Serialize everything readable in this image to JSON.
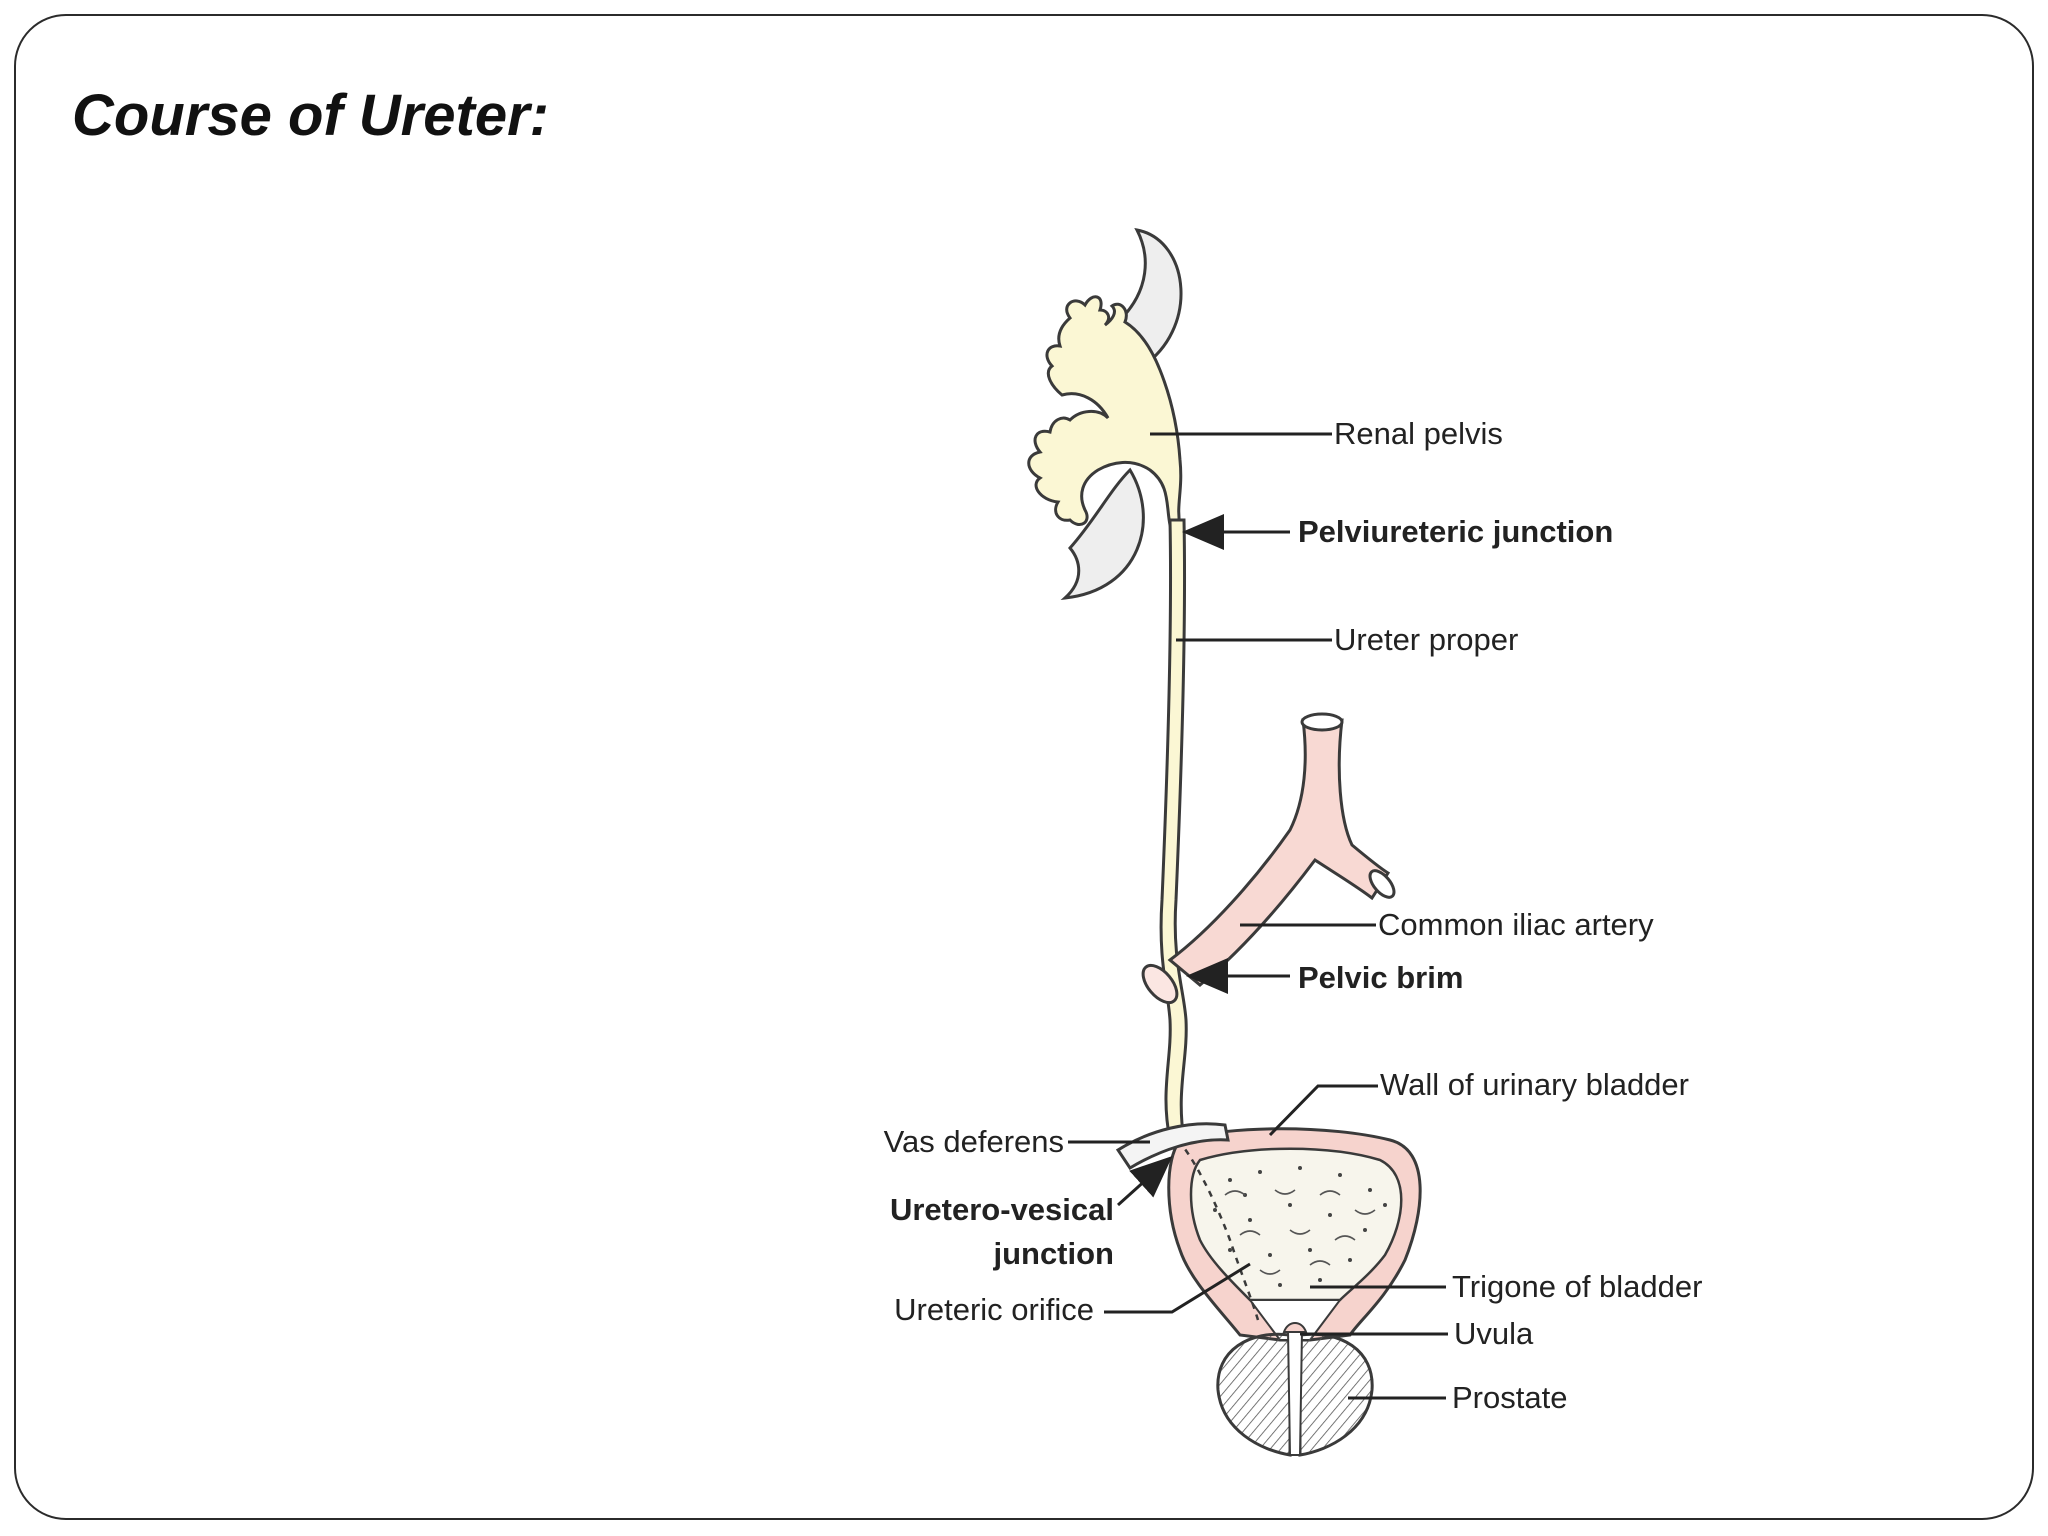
{
  "slide": {
    "title": "Course of Ureter:"
  },
  "diagram": {
    "labels": {
      "renal_pelvis": "Renal pelvis",
      "pelviureteric_junction": "Pelviureteric junction",
      "ureter_proper": "Ureter proper",
      "common_iliac_artery": "Common iliac artery",
      "pelvic_brim": "Pelvic brim",
      "wall_of_urinary_bladder": "Wall of urinary bladder",
      "vas_deferens": "Vas deferens",
      "uretero_vesical_junction_line1": "Uretero-vesical",
      "uretero_vesical_junction_line2": "junction",
      "ureteric_orifice": "Ureteric orifice",
      "trigone_of_bladder": "Trigone of bladder",
      "uvula": "Uvula",
      "prostate": "Prostate"
    },
    "colors": {
      "renal_pelvis_fill": "#fbf7d4",
      "artery_fill": "#f8d9d3",
      "bladder_wall_fill": "#f6d3cd",
      "kidney_fill": "#eeeeee",
      "outline": "#3a3a3a"
    }
  }
}
